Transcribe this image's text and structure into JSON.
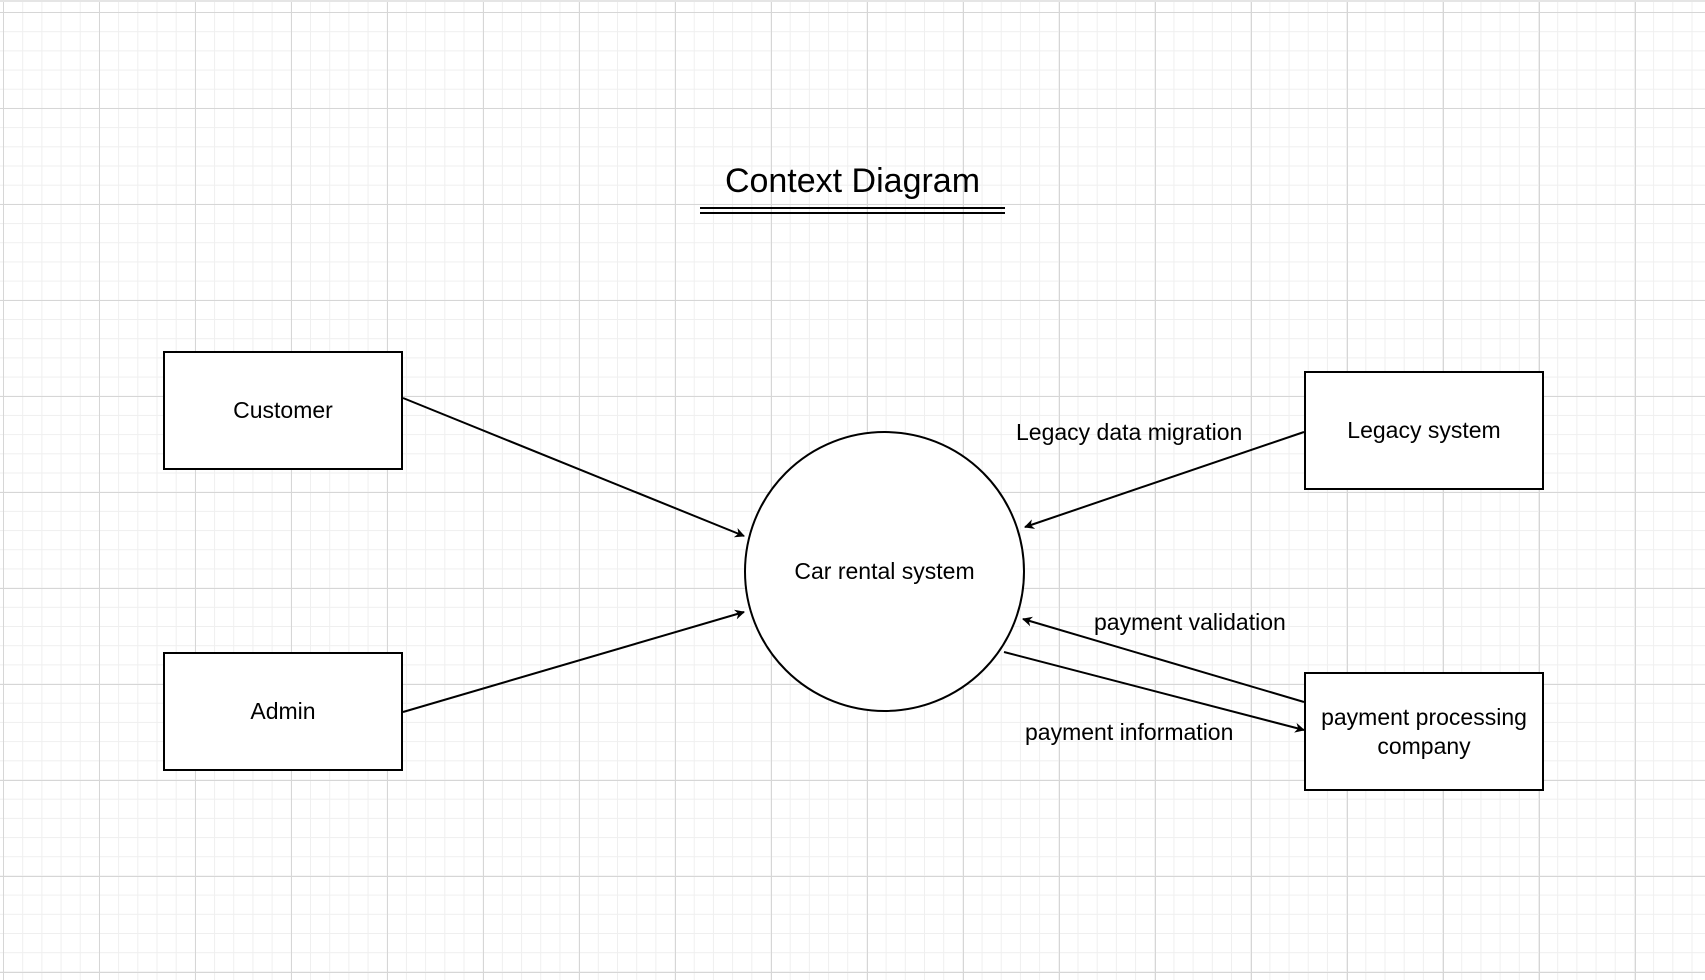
{
  "diagram": {
    "title": "Context Diagram",
    "process": {
      "label": "Car rental system"
    },
    "entities": {
      "customer": "Customer",
      "admin": "Admin",
      "legacy": "Legacy system",
      "payment": "payment processing company"
    },
    "flows": {
      "legacy_data_migration": "Legacy data migration",
      "payment_validation": "payment validation",
      "payment_information": "payment information"
    }
  }
}
